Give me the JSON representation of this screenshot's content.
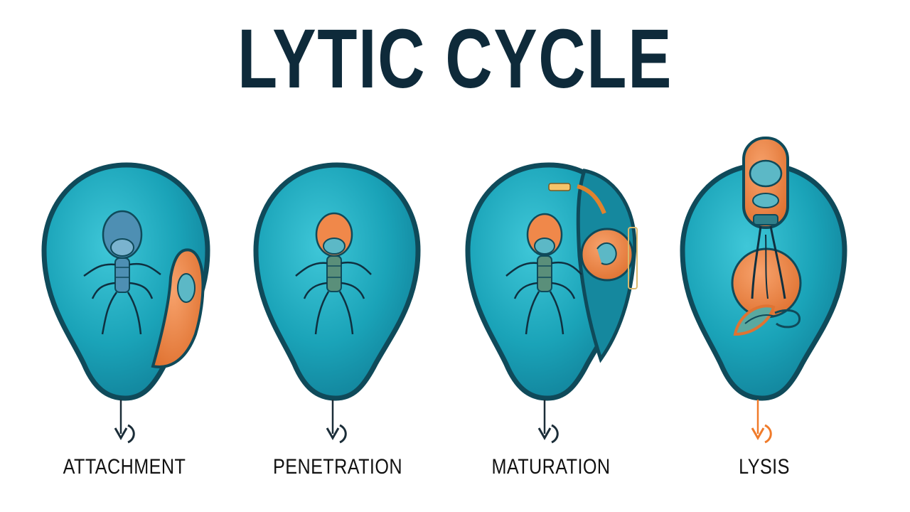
{
  "title": "LYTIC CYCLE",
  "stages": [
    {
      "label": "ATTACHMENT",
      "arrow_color": "#1b2d38"
    },
    {
      "label": "PENETRATION",
      "arrow_color": "#1b2d38"
    },
    {
      "label": "MATURATION",
      "arrow_color": "#1b2d38"
    },
    {
      "label": "LYSIS",
      "arrow_color": "#f07b2a"
    }
  ],
  "colors": {
    "title": "#0e2a3a",
    "cell_fill": "#1aa3b8",
    "cell_outline": "#0f4a5a",
    "phage_blue": "#4e8fb3",
    "phage_orange": "#f0884a"
  }
}
